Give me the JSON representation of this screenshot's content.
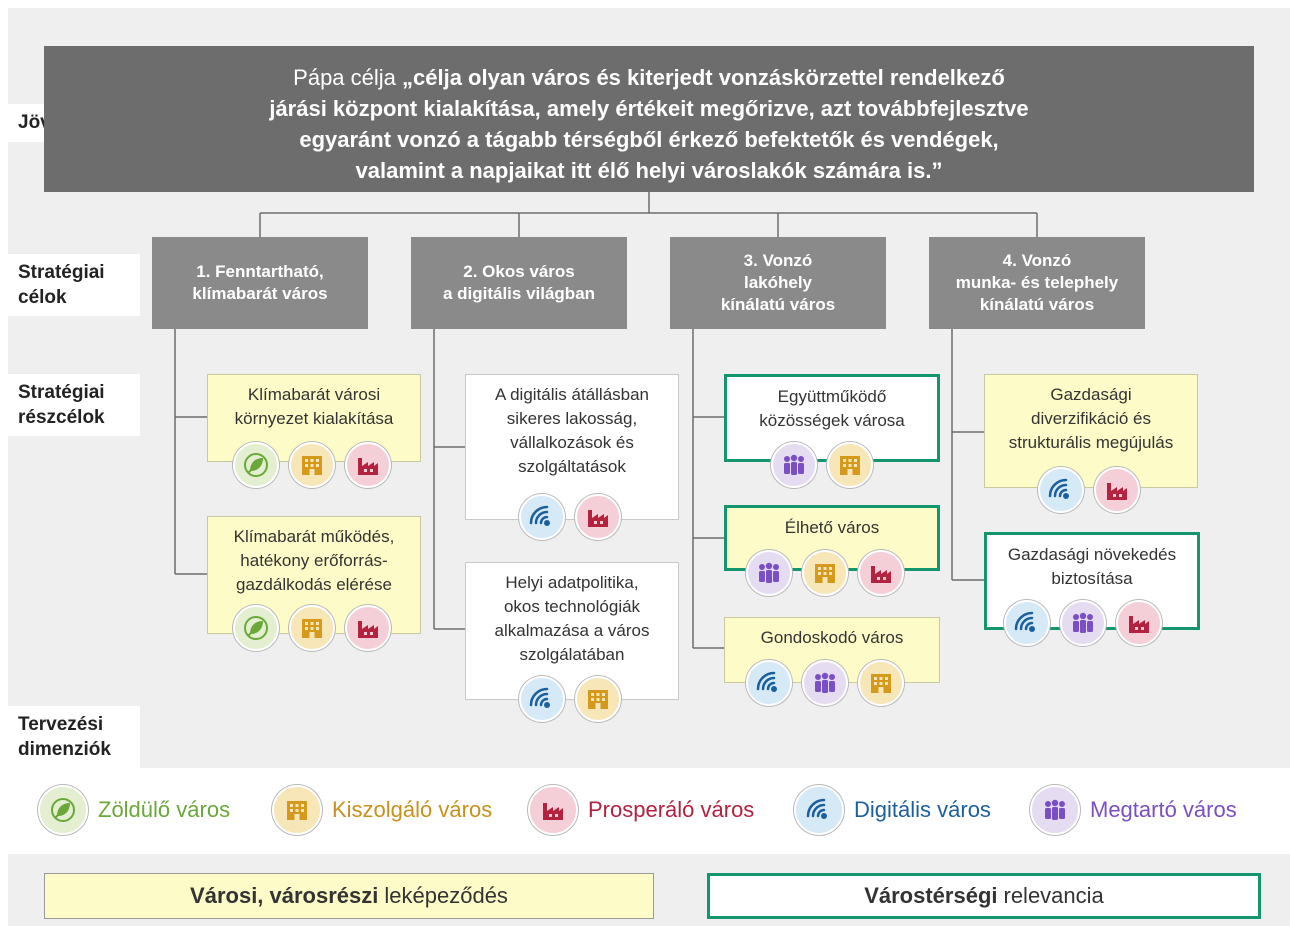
{
  "row_labels": {
    "vision": "Jövőkép",
    "goals_1": "Stratégiai",
    "goals_2": "célok",
    "subgoals_1": "Stratégiai",
    "subgoals_2": "részcélok",
    "dimensions_1": "Tervezési",
    "dimensions_2": "dimenziók"
  },
  "vision": {
    "prefix": "Pápa célja ",
    "line1_bold": "„célja olyan város és kiterjedt vonzáskörzettel rendelkező",
    "line2": "járási központ kialakítása, amely értékeit megőrizve, azt továbbfejlesztve",
    "line3": "egyaránt vonzó a tágabb térségből érkező befektetők és vendégek,",
    "line4": "valamint a napjaikat itt élő helyi városlakók számára is.”"
  },
  "goals": [
    {
      "label": "1. Fenntartható,\nklímabarát város"
    },
    {
      "label": "2. Okos város\na digitális világban"
    },
    {
      "label": "3. Vonzó\nlakóhely\nkínálatú város"
    },
    {
      "label": "4. Vonzó\nmunka- és telephely\nkínálatú város"
    }
  ],
  "subgoals": [
    {
      "text": "Klímabarát városi\nkörnyezet kialakítása",
      "icons": [
        "leaf-icon",
        "building-icon",
        "factory-icon"
      ]
    },
    {
      "text": "Klímabarát működés,\nhatékony erőforrás-\ngazdálkodás elérése",
      "icons": [
        "leaf-icon",
        "building-icon",
        "factory-icon"
      ]
    },
    {
      "text": "A digitális átállásban\nsikeres lakosság,\nvállalkozások és\nszolgáltatások",
      "icons": [
        "wifi-icon",
        "factory-icon"
      ]
    },
    {
      "text": "Helyi adatpolitika,\nokos technológiák\nalkalmazása a város\nszolgálatában",
      "icons": [
        "wifi-icon",
        "building-icon"
      ]
    },
    {
      "text": "Együttműködő\nközösségek városa",
      "icons": [
        "people-icon",
        "building-icon"
      ]
    },
    {
      "text": "Élhető város",
      "icons": [
        "people-icon",
        "building-icon",
        "factory-icon"
      ]
    },
    {
      "text": "Gondoskodó város",
      "icons": [
        "wifi-icon",
        "people-icon",
        "building-icon"
      ]
    },
    {
      "text": "Gazdasági\ndiverzifikáció és\nstrukturális megújulás",
      "icons": [
        "wifi-icon",
        "factory-icon"
      ]
    },
    {
      "text": "Gazdasági növekedés\nbiztosítása",
      "icons": [
        "wifi-icon",
        "people-icon",
        "factory-icon"
      ]
    }
  ],
  "legend": [
    {
      "label": "Zöldülő város",
      "icon": "leaf-icon",
      "color": "#6aa83a"
    },
    {
      "label": "Kiszolgáló város",
      "icon": "building-icon",
      "color": "#c8911b"
    },
    {
      "label": "Prosperáló város",
      "icon": "factory-icon",
      "color": "#b3223f"
    },
    {
      "label": "Digitális város",
      "icon": "wifi-icon",
      "color": "#1c5f9e"
    },
    {
      "label": "Megtartó város",
      "icon": "people-icon",
      "color": "#7b4fc4"
    }
  ],
  "bottom": {
    "urban_bold": "Városi, városrészi",
    "urban_rest": "leképeződés",
    "regional_bold": "Várostérségi",
    "regional_rest": "relevancia"
  },
  "colors": {
    "green": "#6aa83a",
    "orange": "#c8911b",
    "red": "#b3223f",
    "blue": "#1c5f9e",
    "purple": "#7b4fc4",
    "teal_border": "#13966e",
    "subgoal_yellow": "#fdfcc8",
    "header_gray": "#6d6d6d",
    "goal_gray": "#8a8a8a"
  }
}
